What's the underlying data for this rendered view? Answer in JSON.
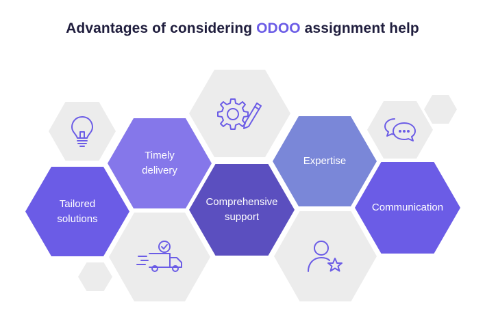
{
  "title": {
    "prefix": "Advantages of considering ",
    "highlight": "ODOO",
    "suffix": " assignment help"
  },
  "colors": {
    "title_text": "#1f1d3d",
    "accent": "#6b5ce6",
    "grey_hex": "#ececec",
    "icon_stroke": "#6b5ce6"
  },
  "items": {
    "tailored": {
      "label": "Tailored solutions",
      "color": "#6b5ce6"
    },
    "timely": {
      "label": "Timely delivery",
      "color": "#8577ea"
    },
    "comprehensive": {
      "label": "Comprehensive support",
      "color": "#5b4fbf"
    },
    "expertise": {
      "label": "Expertise",
      "color": "#7a87d8"
    },
    "communication": {
      "label": "Communication",
      "color": "#6b5ce6"
    }
  },
  "icons": {
    "bulb": "lightbulb-icon",
    "gear_pencil": "gear-pencil-icon",
    "chat": "chat-bubbles-icon",
    "truck": "delivery-truck-icon",
    "user_star": "user-star-icon"
  }
}
